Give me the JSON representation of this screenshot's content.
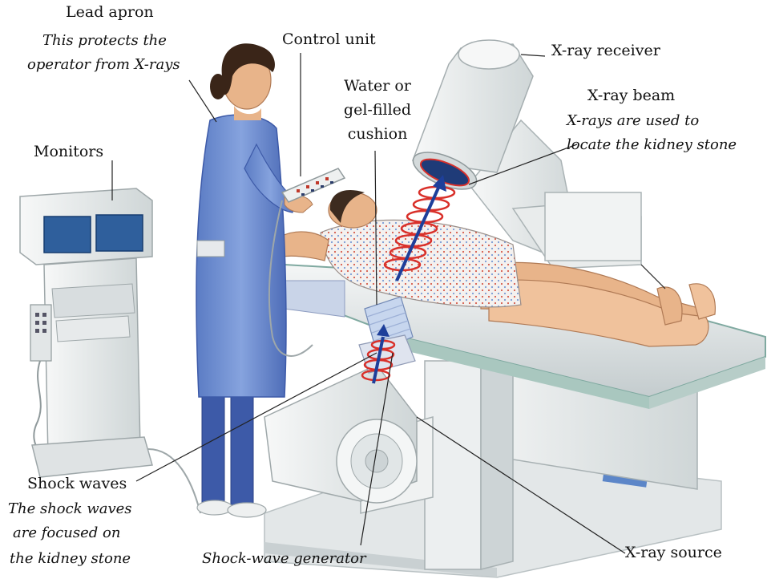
{
  "labels": {
    "lead_apron": {
      "title": "Lead apron",
      "note_line1": "This protects the",
      "note_line2": "operator from X-rays"
    },
    "control_unit": {
      "title": "Control unit"
    },
    "water_cushion": {
      "line1": "Water or",
      "line2": "gel-filled",
      "line3": "cushion"
    },
    "monitors": {
      "title": "Monitors"
    },
    "xray_receiver": {
      "title": "X-ray receiver"
    },
    "xray_beam": {
      "title": "X-ray beam",
      "note_line1": "X-rays are used to",
      "note_line2": "locate the kidney stone"
    },
    "shock_waves": {
      "title": "Shock waves",
      "note_line1": "The shock waves",
      "note_line2": "are focused on",
      "note_line3": "the kidney stone"
    },
    "shock_wave_generator": {
      "title": "Shock-wave generator"
    },
    "xray_source": {
      "title": "X-ray source"
    }
  },
  "colors": {
    "scrubs": "#6f8fd0",
    "scrubs_dark": "#3d5aa8",
    "machine": "#eef0f0",
    "machine_shade": "#cfd5d6",
    "screen": "#2f5f9c",
    "skin": "#e8b48a",
    "gown_dots": "#d55a4a",
    "wave": "#d9302a",
    "arrow": "#1e3f9a",
    "leader": "#222222"
  }
}
